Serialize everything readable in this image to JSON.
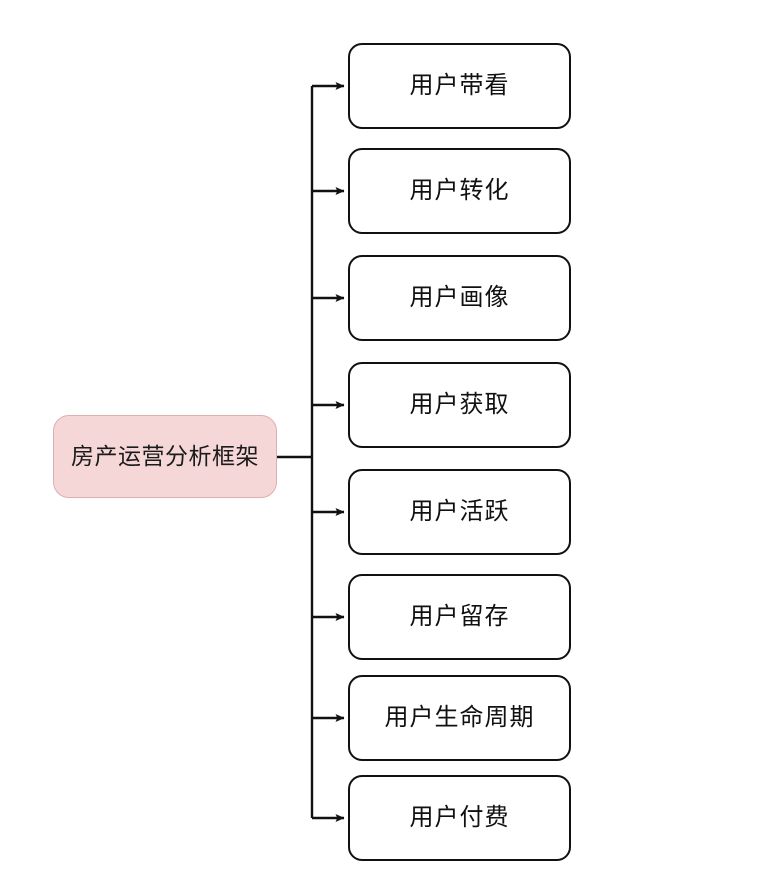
{
  "diagram": {
    "type": "mind-map",
    "orientation": "left-root-right-branches",
    "root": {
      "label": "房产运营分析框架",
      "fill_color": "#f6d7d7",
      "border_color": "#e0aeae",
      "text_color": "#1b1b1b"
    },
    "branch": {
      "fill_color": "#ffffff",
      "border_color": "#111111",
      "text_color": "#111111",
      "connector_color": "#111111",
      "arrow_style": "solid-triangle"
    },
    "nodes": [
      {
        "label": "用户带看"
      },
      {
        "label": "用户转化"
      },
      {
        "label": "用户画像"
      },
      {
        "label": "用户获取"
      },
      {
        "label": "用户活跃"
      },
      {
        "label": "用户留存"
      },
      {
        "label": "用户生命周期"
      },
      {
        "label": "用户付费"
      }
    ]
  }
}
